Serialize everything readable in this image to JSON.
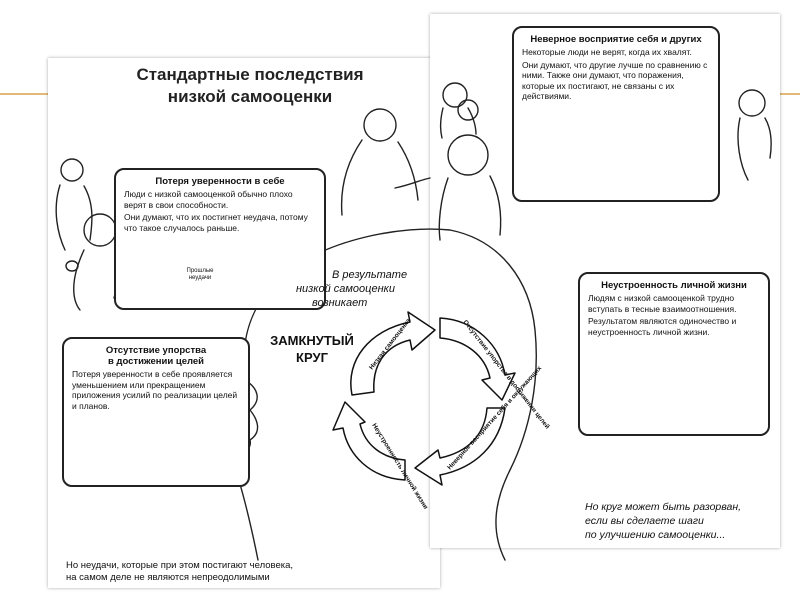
{
  "left_sheet": {
    "title_line1": "Стандартные последствия",
    "title_line2": "низкой самооценки",
    "box_confidence": {
      "title": "Потеря уверенности в себе",
      "p1": "Люди с низкой самооценкой обычно плохо верят в свои способности.",
      "p2": "Они думают, что их постигнет неудача, потому что такое случалось раньше.",
      "bubble_label": "Прошлые неудачи"
    },
    "box_persistence": {
      "title_line1": "Отсутствие упорства",
      "title_line2": "в достижении целей",
      "p1": "Потеря уверенности в себе проявляется уменьшением или прекращением приложения усилий по реализации целей и планов."
    },
    "footer_line1": "Но неудачи, которые при этом постигают человека,",
    "footer_line2": "на самом деле не являются непреодолимыми"
  },
  "center": {
    "result_line1": "В результате",
    "result_line2": "низкой самооценки",
    "result_line3": "возникает",
    "circle_line1": "ЗАМКНУТЫЙ",
    "circle_line2": "КРУГ",
    "arrows": [
      "Низкая самооценка",
      "Отсутствие упорства в достижении целей",
      "Неверное восприятие себя и окружающих",
      "Неустроенность личной жизни"
    ]
  },
  "right_sheet": {
    "box_perception": {
      "title": "Неверное восприятие себя и других",
      "p1": "Некоторые люди не верят, когда их хвалят.",
      "p2": "Они думают, что другие лучше по сравнению с ними. Также они думают, что поражения, которые их постигают, не связаны с их действиями."
    },
    "box_personal": {
      "title": "Неустроенность личной жизни",
      "p1": "Людям с низкой самооценкой трудно вступать в тесные взаимоотношения.",
      "p2": "Результатом являются одиночество и неустроенность личной жизни."
    },
    "footer_line1": "Но круг может быть разорван,",
    "footer_line2": "если вы сделаете шаги",
    "footer_line3": "по улучшению самооценки..."
  },
  "colors": {
    "accent_line": "#d9a24a",
    "ink": "#111111"
  }
}
